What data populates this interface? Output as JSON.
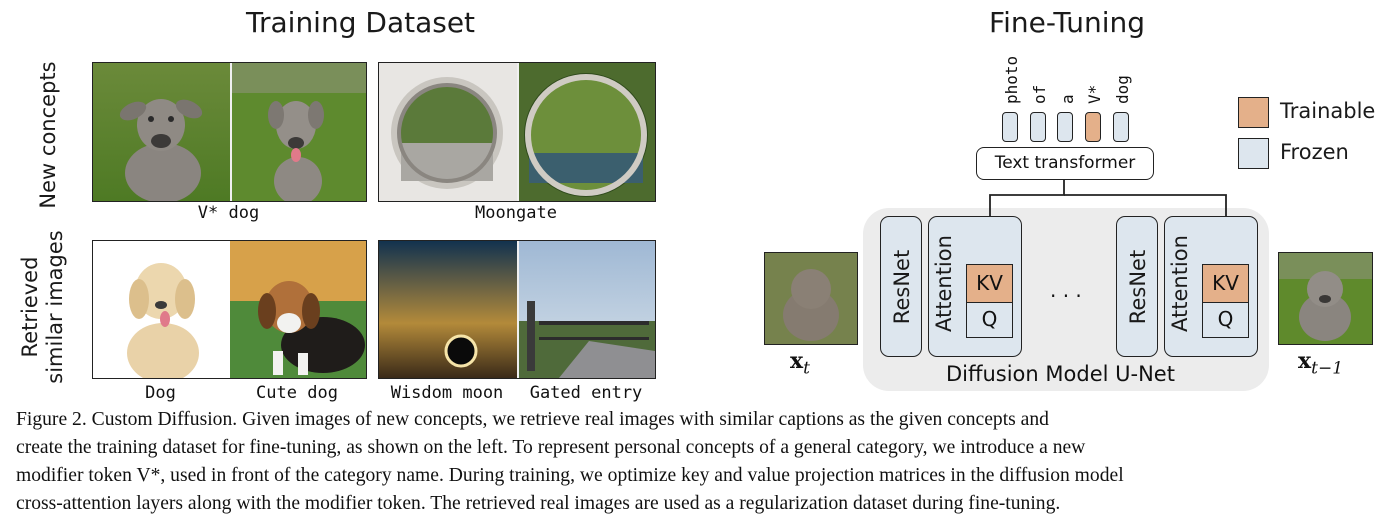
{
  "left": {
    "title": "Training Dataset",
    "row_labels": [
      "New concepts",
      "Retrieved similar images"
    ],
    "row_label_lines": [
      [
        "New concepts"
      ],
      [
        "Retrieved",
        "similar images"
      ]
    ],
    "captions": [
      "V* dog",
      "Moongate",
      "Dog",
      "Cute dog",
      "Wisdom moon",
      "Gated entry"
    ]
  },
  "right": {
    "title": "Fine-Tuning",
    "tokens": [
      "photo",
      "of",
      "a",
      "V*",
      "dog"
    ],
    "text_encoder": "Text transformer",
    "blocks": {
      "resnet": "ResNet",
      "attention": "Attention",
      "kv": "KV",
      "q": "Q",
      "ellipsis": "· · ·"
    },
    "unet_label": "Diffusion Model U-Net",
    "input_label": "x",
    "input_sub": "t",
    "output_label": "x",
    "output_sub": "t−1",
    "legend": [
      {
        "label": "Trainable",
        "color": "#e4b08a"
      },
      {
        "label": "Frozen",
        "color": "#dde6ee"
      }
    ]
  },
  "caption": {
    "lines": [
      "Figure 2. Custom Diffusion. Given images of new concepts, we retrieve real images with similar captions as the given concepts and",
      "create the training dataset for fine-tuning, as shown on the left. To represent personal concepts of a general category, we introduce a new",
      "modifier token V*, used in front of the category name. During training, we optimize key and value projection matrices in the diffusion model",
      "cross-attention layers along with the modifier token. The retrieved real images are used as a regularization dataset during fine-tuning."
    ]
  }
}
